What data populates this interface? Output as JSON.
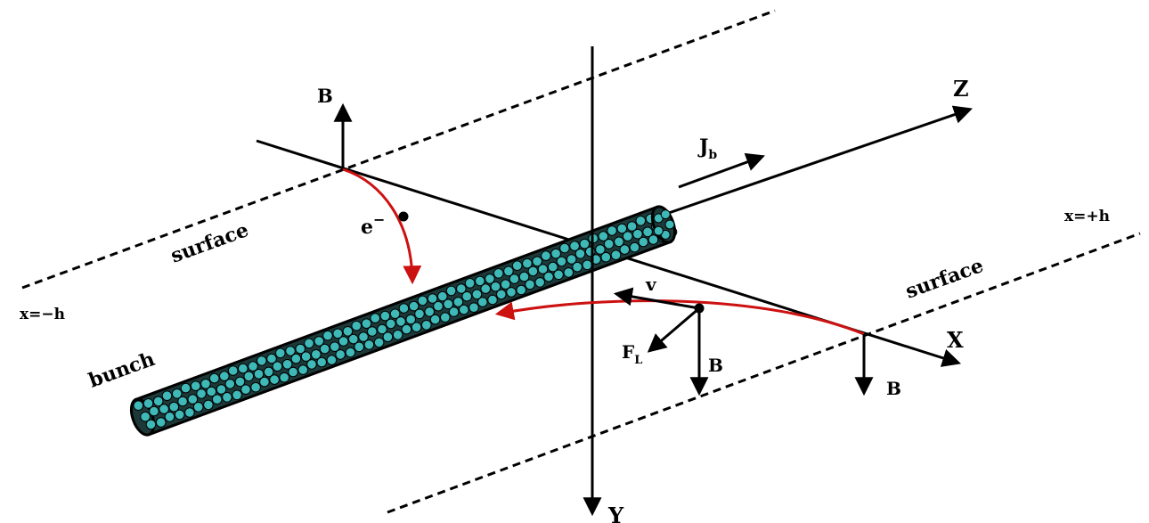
{
  "labels": {
    "axis_z": "Z",
    "axis_x": "X",
    "axis_y": "Y",
    "current": "J",
    "current_sub": "b",
    "electron": "e",
    "electron_sup": "−",
    "field_b_top": "B",
    "field_b_mid": "B",
    "field_b_right": "B",
    "velocity": "v",
    "force": "F",
    "force_sub": "L",
    "surface_left": "surface",
    "surface_right": "surface",
    "boundary_left": "x=−h",
    "boundary_right": "x=+h",
    "bunch": "bunch"
  },
  "colors": {
    "ink": "#000000",
    "trajectory": "#cc1111",
    "bunch_particle": "#3fb8b8",
    "bunch_outline": "#000000"
  }
}
